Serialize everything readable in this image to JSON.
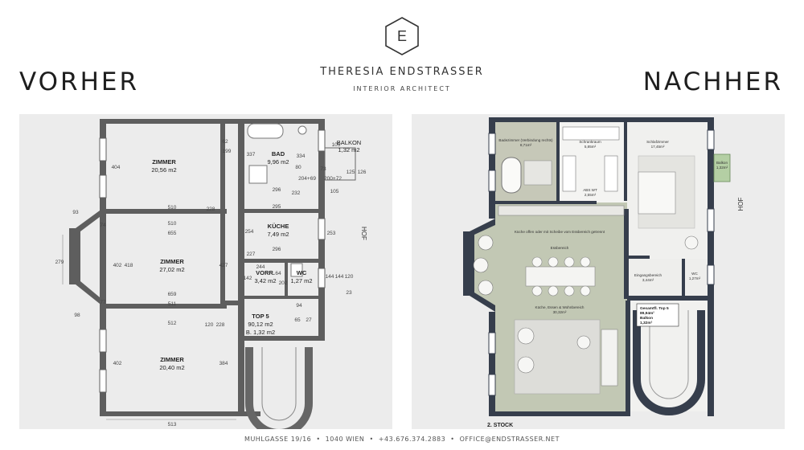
{
  "header": {
    "left_title": "VORHER",
    "right_title": "NACHHER",
    "logo_letter": "E",
    "brand_name": "THERESIA ENDSTRASSER",
    "brand_subtitle": "INTERIOR ARCHITECT"
  },
  "vorher": {
    "rooms": [
      {
        "name": "ZIMMER",
        "area": "20,56 m2"
      },
      {
        "name": "BAD",
        "area": "9,96 m2"
      },
      {
        "name": "BALKON",
        "area": "1,32 m2"
      },
      {
        "name": "KÜCHE",
        "area": "7,49 m2"
      },
      {
        "name": "ZIMMER",
        "area": "27,02 m2"
      },
      {
        "name": "VORR.",
        "area": "3,42 m2"
      },
      {
        "name": "WC",
        "area": "1,27 m2"
      },
      {
        "name": "ZIMMER",
        "area": "20,40 m2"
      }
    ],
    "top_label": "TOP 5",
    "top_area": "90,12 m2",
    "top_balkon": "B. 1,32 m2",
    "side_label": "HOF",
    "dims": [
      "62",
      "199",
      "337",
      "334",
      "105",
      "73",
      "80",
      "204+69",
      "200+72",
      "125",
      "126",
      "296",
      "232",
      "105",
      "510",
      "228",
      "295",
      "404",
      "93",
      "74",
      "510",
      "655",
      "254",
      "253",
      "279",
      "402",
      "418",
      "427",
      "227",
      "296",
      "244",
      "64",
      "202",
      "144",
      "144",
      "120",
      "23",
      "142",
      "77",
      "659",
      "511",
      "98",
      "512",
      "120",
      "228",
      "94",
      "65",
      "27",
      "402",
      "384",
      "513"
    ]
  },
  "nachher": {
    "labels": {
      "bad": "Badezimmer (Verbindung rechts)",
      "bad_area": "8,71m²",
      "schrank": "Schrankraum",
      "schrank_area": "5,85m²",
      "schlaf": "Schlafzimmer",
      "schlaf_area": "17,45m²",
      "wc_small": "ABS WT",
      "wc_small_area": "2,55m²",
      "balkon": "Balkon",
      "balkon_area": "1,32m²",
      "kitchen_note": "Küche offen oder mit Scheibe vom Essbereich getrennt",
      "essbereich": "Essbereich",
      "eingang": "Eingangsbereich",
      "eingang_area": "3,44m²",
      "wc": "WC",
      "wc_area": "1,27m²",
      "kuche_ess": "Küche, Essen & Wohnbereich",
      "kuche_ess_area": "30,32m²",
      "gesamt_title": "Gesamtfl. Top 5",
      "gesamt_area": "89,94m²",
      "gesamt_balkon": "Balkon",
      "gesamt_balkon_area": "1,32m²",
      "stock": "2. STOCK",
      "side_label": "HOF"
    }
  },
  "footer": {
    "address": "MUHLGASSE 19/16",
    "city": "1040 WIEN",
    "phone": "+43.676.374.2883",
    "email": "OFFICE@ENDSTRASSER.NET"
  }
}
